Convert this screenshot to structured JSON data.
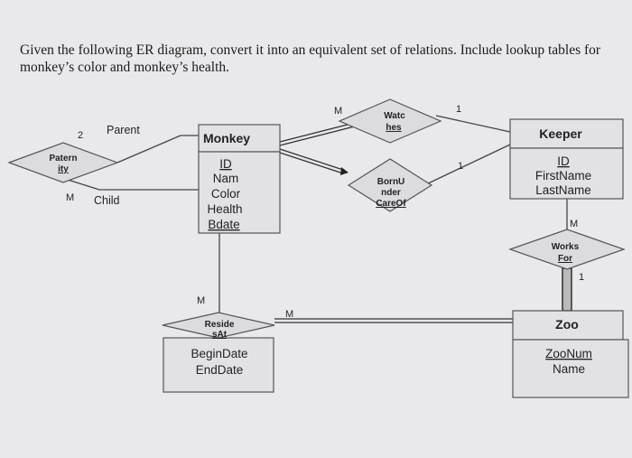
{
  "question": "Given the following ER diagram, convert it into an equivalent set of relations. Include lookup tables for monkey’s color and monkey’s health.",
  "entities": {
    "monkey": {
      "title": "Monkey",
      "attrs": [
        "ID",
        "Nam",
        "Color",
        "Health",
        "Bdate"
      ]
    },
    "keeper": {
      "title": "Keeper",
      "attrs": [
        "ID",
        "FirstName",
        "LastName"
      ]
    },
    "zoo": {
      "title": "Zoo",
      "attrs": [
        "ZooNum",
        "Name"
      ]
    }
  },
  "relationships": {
    "paternity": {
      "line1": "Patern",
      "line2": "ity"
    },
    "watches": {
      "line1": "Watc",
      "line2": "hes"
    },
    "bornundercareof": {
      "line1": "BornU",
      "line2": "nder",
      "line3": "CareOf"
    },
    "worksfor": {
      "line1": "Works",
      "line2": "For"
    },
    "residesat": {
      "line1": "Reside",
      "line2": "sAt",
      "attrs": [
        "BeginDate",
        "EndDate"
      ]
    }
  },
  "roles": {
    "parent": "Parent",
    "child": "Child"
  },
  "cardinalities": {
    "parent": "2",
    "child": "M",
    "watches_monkey": "M",
    "watches_keeper": "1",
    "born_keeper": "1",
    "resides_monkey": "M",
    "resides_zoo": "M",
    "works_keeper": "M",
    "works_zoo": "1"
  }
}
